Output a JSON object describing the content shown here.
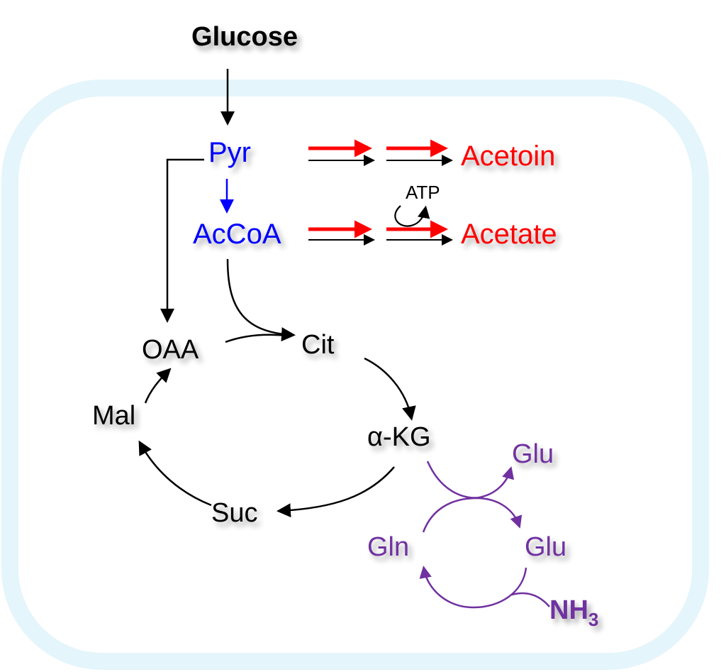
{
  "title": "Glucose",
  "colors": {
    "black": "#000000",
    "blue": "#0000ff",
    "red": "#ff0000",
    "purple": "#7030a0",
    "membrane": "#e4f5fb"
  },
  "metabolites": {
    "pyr": "Pyr",
    "accoa": "AcCoA",
    "acetoin": "Acetoin",
    "acetate": "Acetate",
    "atp": "ATP",
    "oaa": "OAA",
    "cit": "Cit",
    "akg": "α-KG",
    "suc": "Suc",
    "mal": "Mal",
    "glu_top": "Glu",
    "gln": "Gln",
    "glu_bottom": "Glu",
    "nh3_base": "NH",
    "nh3_sub": "3"
  }
}
